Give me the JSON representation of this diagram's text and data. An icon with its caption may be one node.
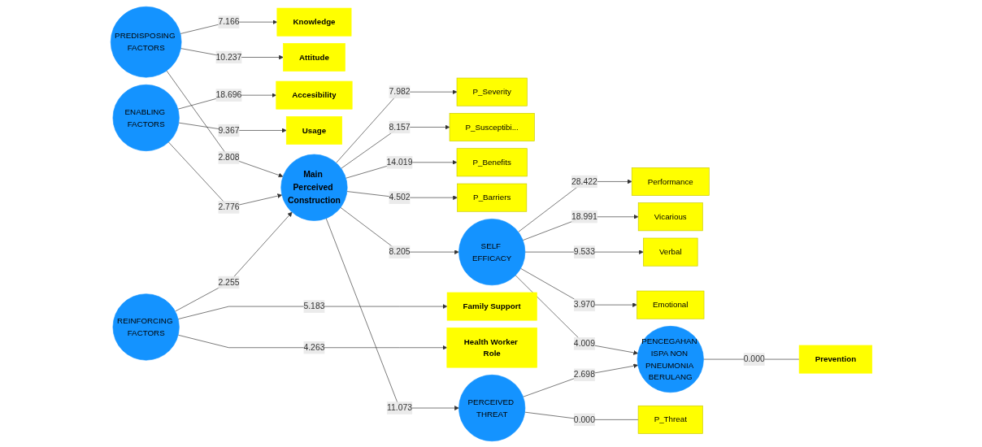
{
  "diagram": {
    "nodes": [
      {
        "text": [
          "Knowledge"
        ]
      },
      {
        "text": [
          "Attitude"
        ]
      },
      {
        "text": [
          "PREDISPOSING FACTORS"
        ]
      },
      {
        "text": [
          "P_Severity"
        ]
      },
      {
        "text": [
          "P_Susceptibi..."
        ]
      },
      {
        "text": [
          "P_Benefits"
        ]
      },
      {
        "text": [
          "P_Barriers"
        ]
      },
      {
        "text": [
          "Performance"
        ]
      },
      {
        "text": [
          "Vicarious"
        ]
      },
      {
        "text": [
          "Verbal"
        ]
      },
      {
        "text": [
          "Emotional"
        ]
      },
      {
        "text": [
          "Prevention"
        ]
      },
      {
        "text": [
          "Accesibility"
        ]
      },
      {
        "text": [
          "Usage"
        ]
      },
      {
        "text": [
          "ENABLING FACTORS"
        ]
      },
      {
        "text": [
          "Main Perceived Construction"
        ]
      },
      {
        "text": [
          "SELF EFFICACY"
        ]
      },
      {
        "text": [
          "PENCEGAHAN ISPA NON PNEUMONIA BERULANG"
        ]
      },
      {
        "text": [
          "Family Support"
        ]
      },
      {
        "text": [
          "Health Worker Role"
        ]
      },
      {
        "text": [
          "REINFORCING FACTORS"
        ]
      },
      {
        "text": [
          "PERCEIVED THREAT"
        ]
      },
      {
        "text": [
          "P_Threat"
        ]
      }
    ],
    "edges": [
      {
        "from": 2,
        "to": 0,
        "label": "7.166",
        "arrow": "to"
      },
      {
        "from": 2,
        "to": 1,
        "label": "10.237",
        "arrow": "to"
      },
      {
        "from": 2,
        "to": 15,
        "label": "2.808",
        "arrow": "to"
      },
      {
        "from": 15,
        "to": 4,
        "label": "8.157",
        "arrow": "to"
      },
      {
        "from": 15,
        "to": 3,
        "label": "7.982",
        "arrow": "to"
      },
      {
        "from": 15,
        "to": 5,
        "label": "14.019",
        "arrow": "to"
      },
      {
        "from": 15,
        "to": 6,
        "label": "4.502",
        "arrow": "to"
      },
      {
        "from": 14,
        "to": 12,
        "label": "18.696",
        "arrow": "to"
      },
      {
        "from": 14,
        "to": 13,
        "label": "9.367",
        "arrow": "to"
      },
      {
        "from": 14,
        "to": 15,
        "label": "2.776",
        "arrow": "to"
      },
      {
        "from": 20,
        "to": 18,
        "label": "5.183",
        "arrow": "to"
      },
      {
        "from": 20,
        "to": 19,
        "label": "4.263",
        "arrow": "to"
      },
      {
        "from": 20,
        "to": 15,
        "label": "2.255",
        "arrow": "to"
      },
      {
        "from": 15,
        "to": 16,
        "label": "8.205",
        "arrow": "to"
      },
      {
        "from": 15,
        "to": 21,
        "label": "11.073",
        "arrow": "to"
      },
      {
        "from": 16,
        "to": 7,
        "label": "28.422",
        "arrow": "to"
      },
      {
        "from": 16,
        "to": 8,
        "label": "18.991",
        "arrow": "to"
      },
      {
        "from": 16,
        "to": 9,
        "label": "9.533",
        "arrow": "to"
      },
      {
        "from": 16,
        "to": 10,
        "label": "3.970",
        "arrow": "to"
      },
      {
        "from": 16,
        "to": 17,
        "label": "4.009",
        "arrow": "to"
      },
      {
        "from": 21,
        "to": 17,
        "label": "2.698",
        "arrow": "to"
      },
      {
        "from": 21,
        "to": 22,
        "label": "0.000",
        "arrow": "none"
      },
      {
        "from": 17,
        "to": 11,
        "label": "0.000",
        "arrow": "none"
      }
    ]
  }
}
